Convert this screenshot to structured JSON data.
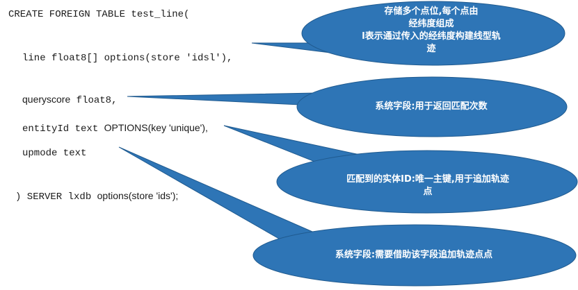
{
  "code": {
    "line1": "CREATE FOREIGN TABLE test_line(",
    "line2": "line float8[] options(store 'idsl'),",
    "line3_name": "queryscore",
    "line3_type": " float8,",
    "line4_name": "entityId text ",
    "line4_opts": "OPTIONS(key 'unique'),",
    "line5": "upmode text",
    "line6_start": ") SERVER lxdb ",
    "line6_opts": "options(store 'ids');"
  },
  "callouts": [
    {
      "lines": [
        "存储多个点位,每个点由",
        "经纬度组成",
        "l表示通过传入的经纬度构建线型轨",
        "迹"
      ],
      "target": "line"
    },
    {
      "lines": [
        "系统字段:用于返回匹配次数"
      ],
      "target": "queryscore"
    },
    {
      "lines": [
        "匹配到的实体ID:唯一主键,用于追加轨迹",
        "点"
      ],
      "target": "entityId"
    },
    {
      "lines": [
        "系统字段:需要借助该字段追加轨迹点点"
      ],
      "target": "upmode"
    }
  ],
  "colors": {
    "bubble_fill": "#2e75b6",
    "bubble_stroke": "#1f5a8f",
    "text": "#ffffff"
  }
}
